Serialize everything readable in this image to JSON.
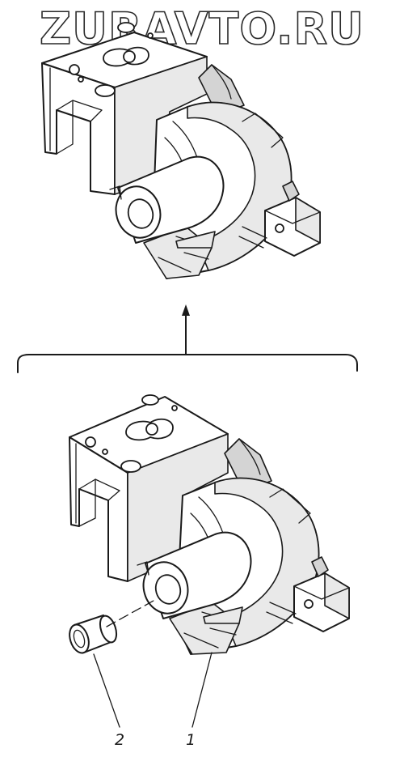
{
  "watermark": "ZURAVTO.RU",
  "callouts": [
    {
      "id": "pump-body",
      "label": "1"
    },
    {
      "id": "bushing",
      "label": "2"
    }
  ]
}
